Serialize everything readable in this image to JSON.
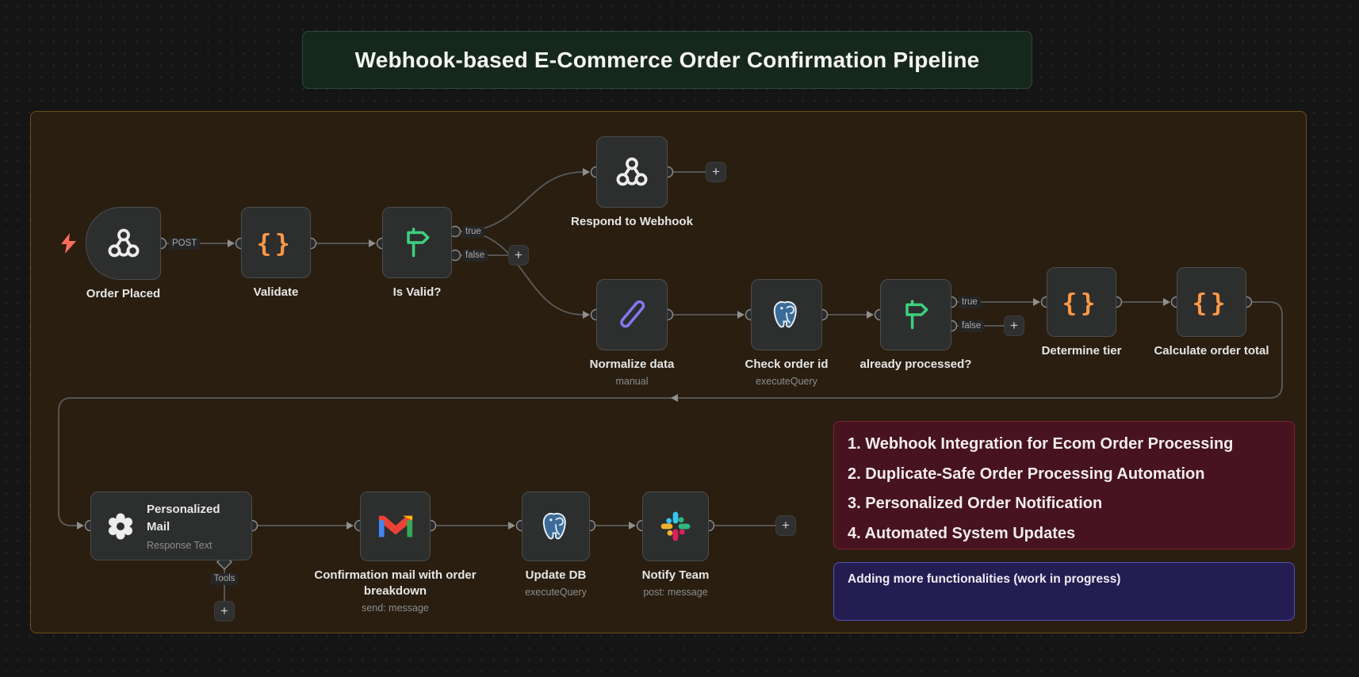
{
  "notes": {
    "title": {
      "text": "Webhook-based E-Commerce Order Confirmation Pipeline",
      "bg": "#16281c",
      "border": "#2c4a36"
    },
    "workflow_area": {
      "bg": "#291e10",
      "border": "#6b4f1e"
    },
    "goals": {
      "bg": "#471320",
      "border": "#7e2133",
      "items": [
        "1. Webhook Integration for Ecom Order Processing",
        "2. Duplicate-Safe Order Processing Automation",
        "3. Personalized Order Notification",
        "4. Automated System Updates"
      ]
    },
    "wip": {
      "text": "Adding more functionalities (work in progress)",
      "bg": "#241d52",
      "border": "#5a51b8"
    }
  },
  "nodes": {
    "order_placed": {
      "label": "Order Placed",
      "icon": "webhook-icon",
      "type": "webhook-trigger"
    },
    "validate": {
      "label": "Validate",
      "icon": "code-icon"
    },
    "is_valid": {
      "label": "Is Valid?",
      "icon": "if-icon",
      "outputs": [
        "true",
        "false"
      ]
    },
    "respond_webhook": {
      "label": "Respond to Webhook",
      "icon": "webhook-icon"
    },
    "normalize": {
      "label": "Normalize data",
      "subtitle": "manual",
      "icon": "edit-icon"
    },
    "check_order": {
      "label": "Check order id",
      "subtitle": "executeQuery",
      "icon": "postgres-icon"
    },
    "already_processed": {
      "label": "already processed?",
      "icon": "if-icon",
      "outputs": [
        "true",
        "false"
      ]
    },
    "determine_tier": {
      "label": "Determine tier",
      "icon": "code-icon"
    },
    "calculate_total": {
      "label": "Calculate order total",
      "icon": "code-icon"
    },
    "personalized_mail": {
      "label": "Personalized Mail",
      "subtitle": "Response Text",
      "icon": "openai-icon",
      "tools_port": "Tools"
    },
    "confirmation_mail": {
      "label": "Confirmation mail with order breakdown",
      "subtitle": "send: message",
      "icon": "gmail-icon"
    },
    "update_db": {
      "label": "Update DB",
      "subtitle": "executeQuery",
      "icon": "postgres-icon"
    },
    "notify_team": {
      "label": "Notify Team",
      "subtitle": "post: message",
      "icon": "slack-icon"
    }
  },
  "labels": {
    "post": "POST",
    "true": "true",
    "false": "false",
    "tools": "Tools",
    "plus": "+"
  },
  "colors": {
    "canvas": "#151515",
    "node_bg": "#2d2e2e",
    "wire": "#5c5c5c",
    "code_orange": "#fc9846",
    "if_green": "#3ecf7e",
    "edit_purple": "#8478ee",
    "postgres_blue": "#3b6b99",
    "trigger_bolt_red": "#ff6c5a",
    "slack_blue": "#36c5f0",
    "slack_green": "#2eb67d",
    "slack_red": "#e01e5a",
    "slack_yellow": "#ecb22e",
    "gmail_blue": "#4285f4",
    "gmail_red": "#ea4335",
    "gmail_green": "#34a853",
    "gmail_yellow": "#fbbc04"
  }
}
